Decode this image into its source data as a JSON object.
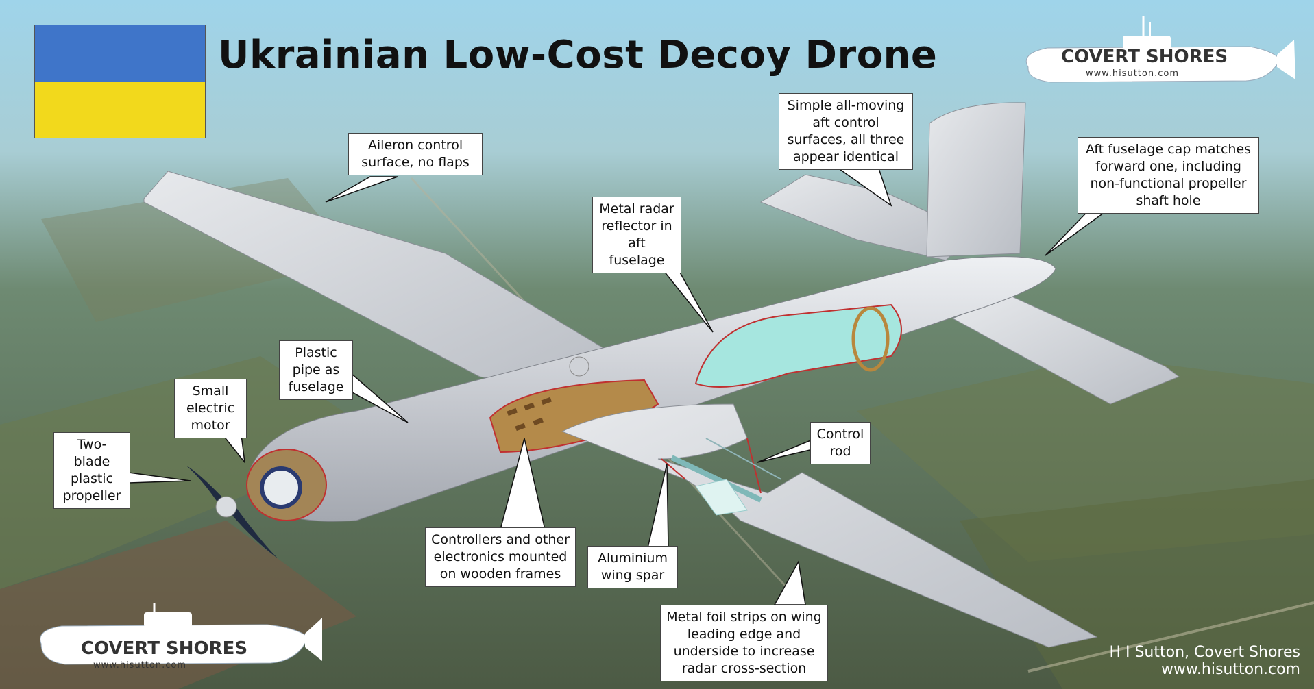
{
  "title": "Ukrainian Low-Cost Decoy Drone",
  "flag": {
    "top_color": "#3f75c9",
    "bottom_color": "#f2d91c"
  },
  "brand": {
    "name": "COVERT SHORES",
    "url": "www.hisutton.com"
  },
  "credit": {
    "line1": "H I Sutton, Covert Shores",
    "line2": "www.hisutton.com"
  },
  "callouts": {
    "aileron": [
      "Aileron control",
      "surface, no flaps"
    ],
    "aft_surfaces": [
      "Simple all-moving",
      "aft control",
      "surfaces, all three",
      "appear identical"
    ],
    "aft_cap": [
      "Aft fuselage cap matches",
      "forward one, including",
      "non-functional propeller",
      "shaft hole"
    ],
    "radar_reflector": [
      "Metal radar",
      "reflector in",
      "aft fuselage"
    ],
    "plastic_pipe": [
      "Plastic",
      "pipe as",
      "fuselage"
    ],
    "motor": [
      "Small",
      "electric",
      "motor"
    ],
    "propeller": [
      "Two-blade",
      "plastic",
      "propeller"
    ],
    "control_rod": [
      "Control",
      "rod"
    ],
    "electronics": [
      "Controllers and other",
      "electronics mounted",
      "on wooden frames"
    ],
    "wing_spar": [
      "Aluminium",
      "wing spar"
    ],
    "foil_strips": [
      "Metal foil strips on wing",
      "leading edge and",
      "underside to increase",
      "radar cross-section"
    ]
  }
}
